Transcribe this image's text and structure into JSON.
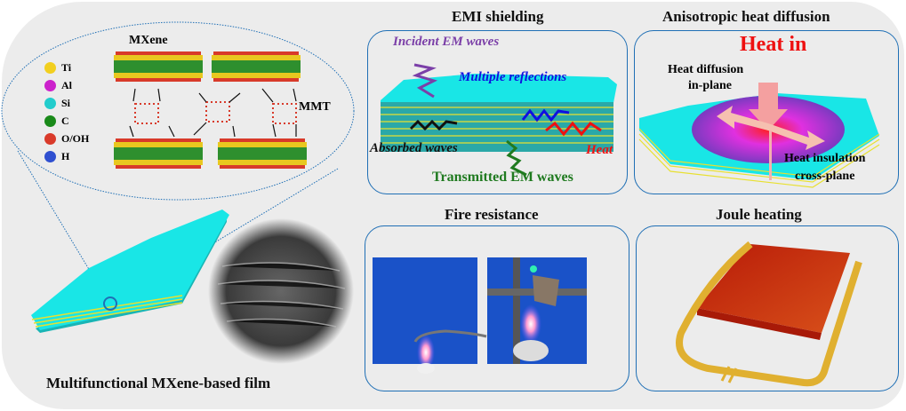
{
  "figure": {
    "main_caption": "Multifunctional MXene-based film",
    "structure": {
      "mxene_label": "MXene",
      "mmt_label": "MMT",
      "legend": [
        {
          "symbol": "Ti",
          "color": "#f2cf1f"
        },
        {
          "symbol": "Al",
          "color": "#cc22cc"
        },
        {
          "symbol": "Si",
          "color": "#22cccc"
        },
        {
          "symbol": "C",
          "color": "#1a8a1a"
        },
        {
          "symbol": "O/OH",
          "color": "#d93a2a"
        },
        {
          "symbol": "H",
          "color": "#2f4fd0"
        }
      ]
    },
    "panels": {
      "emi": {
        "title": "EMI shielding",
        "incident": "Incident EM waves",
        "reflections": "Multiple reflections",
        "absorbed": "Absorbed waves",
        "heat": "Heat",
        "transmitted": "Transmitted EM waves",
        "colors": {
          "incident": "#7b3fa8",
          "reflections": "#1010e0",
          "absorbed": "#111111",
          "heat": "#ee1111",
          "transmitted": "#1f7a1f"
        }
      },
      "heat_diffusion": {
        "title": "Anisotropic heat diffusion",
        "heat_in": "Heat in",
        "in_plane_line1": "Heat diffusion",
        "in_plane_line2": "in-plane",
        "cross_plane_line1": "Heat insulation",
        "cross_plane_line2": "cross-plane"
      },
      "fire": {
        "title": "Fire resistance"
      },
      "joule": {
        "title": "Joule heating"
      }
    },
    "colors": {
      "panel_border": "#1f6fb5",
      "film_top": "#19e6e6",
      "background": "#ececec"
    }
  }
}
